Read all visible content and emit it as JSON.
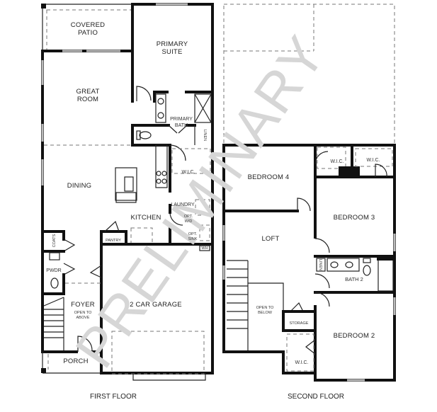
{
  "watermark": "PRELIMINARY",
  "first_floor": {
    "caption": "FIRST FLOOR",
    "rooms": {
      "covered_patio_1": "COVERED",
      "covered_patio_2": "PATIO",
      "primary_suite_1": "PRIMARY",
      "primary_suite_2": "SUITE",
      "great_room_1": "GREAT",
      "great_room_2": "ROOM",
      "primary_bath_1": "PRIMARY",
      "primary_bath_2": "BATH",
      "linen": "LINEN",
      "wic": "W.I.C.",
      "dining": "DINING",
      "laundry": "LAUNDRY",
      "opt_wd_1": "OPT.",
      "opt_wd_2": "W/D",
      "opt_sink_1": "OPT.",
      "opt_sink_2": "SINK",
      "kitchen": "KITCHEN",
      "pantry": "PANTRY",
      "wh": "WH",
      "coats": "COATS",
      "pwdr": "PWDR",
      "foyer": "FOYER",
      "open_above_1": "OPEN TO",
      "open_above_2": "ABOVE",
      "garage": "2 CAR GARAGE",
      "porch": "PORCH"
    }
  },
  "second_floor": {
    "caption": "SECOND FLOOR",
    "rooms": {
      "bedroom4": "BEDROOM 4",
      "wic_a": "W.I.C.",
      "wic_b": "W.I.C.",
      "bedroom3": "BEDROOM 3",
      "loft": "LOFT",
      "linen": "LINEN",
      "bath2": "BATH 2",
      "open_below_1": "OPEN TO",
      "open_below_2": "BELOW",
      "storage": "STORAGE",
      "bedroom2": "BEDROOM 2",
      "wic_c": "W.I.C."
    }
  },
  "colors": {
    "wall": "#111111",
    "watermark": "#d6d6d6"
  }
}
